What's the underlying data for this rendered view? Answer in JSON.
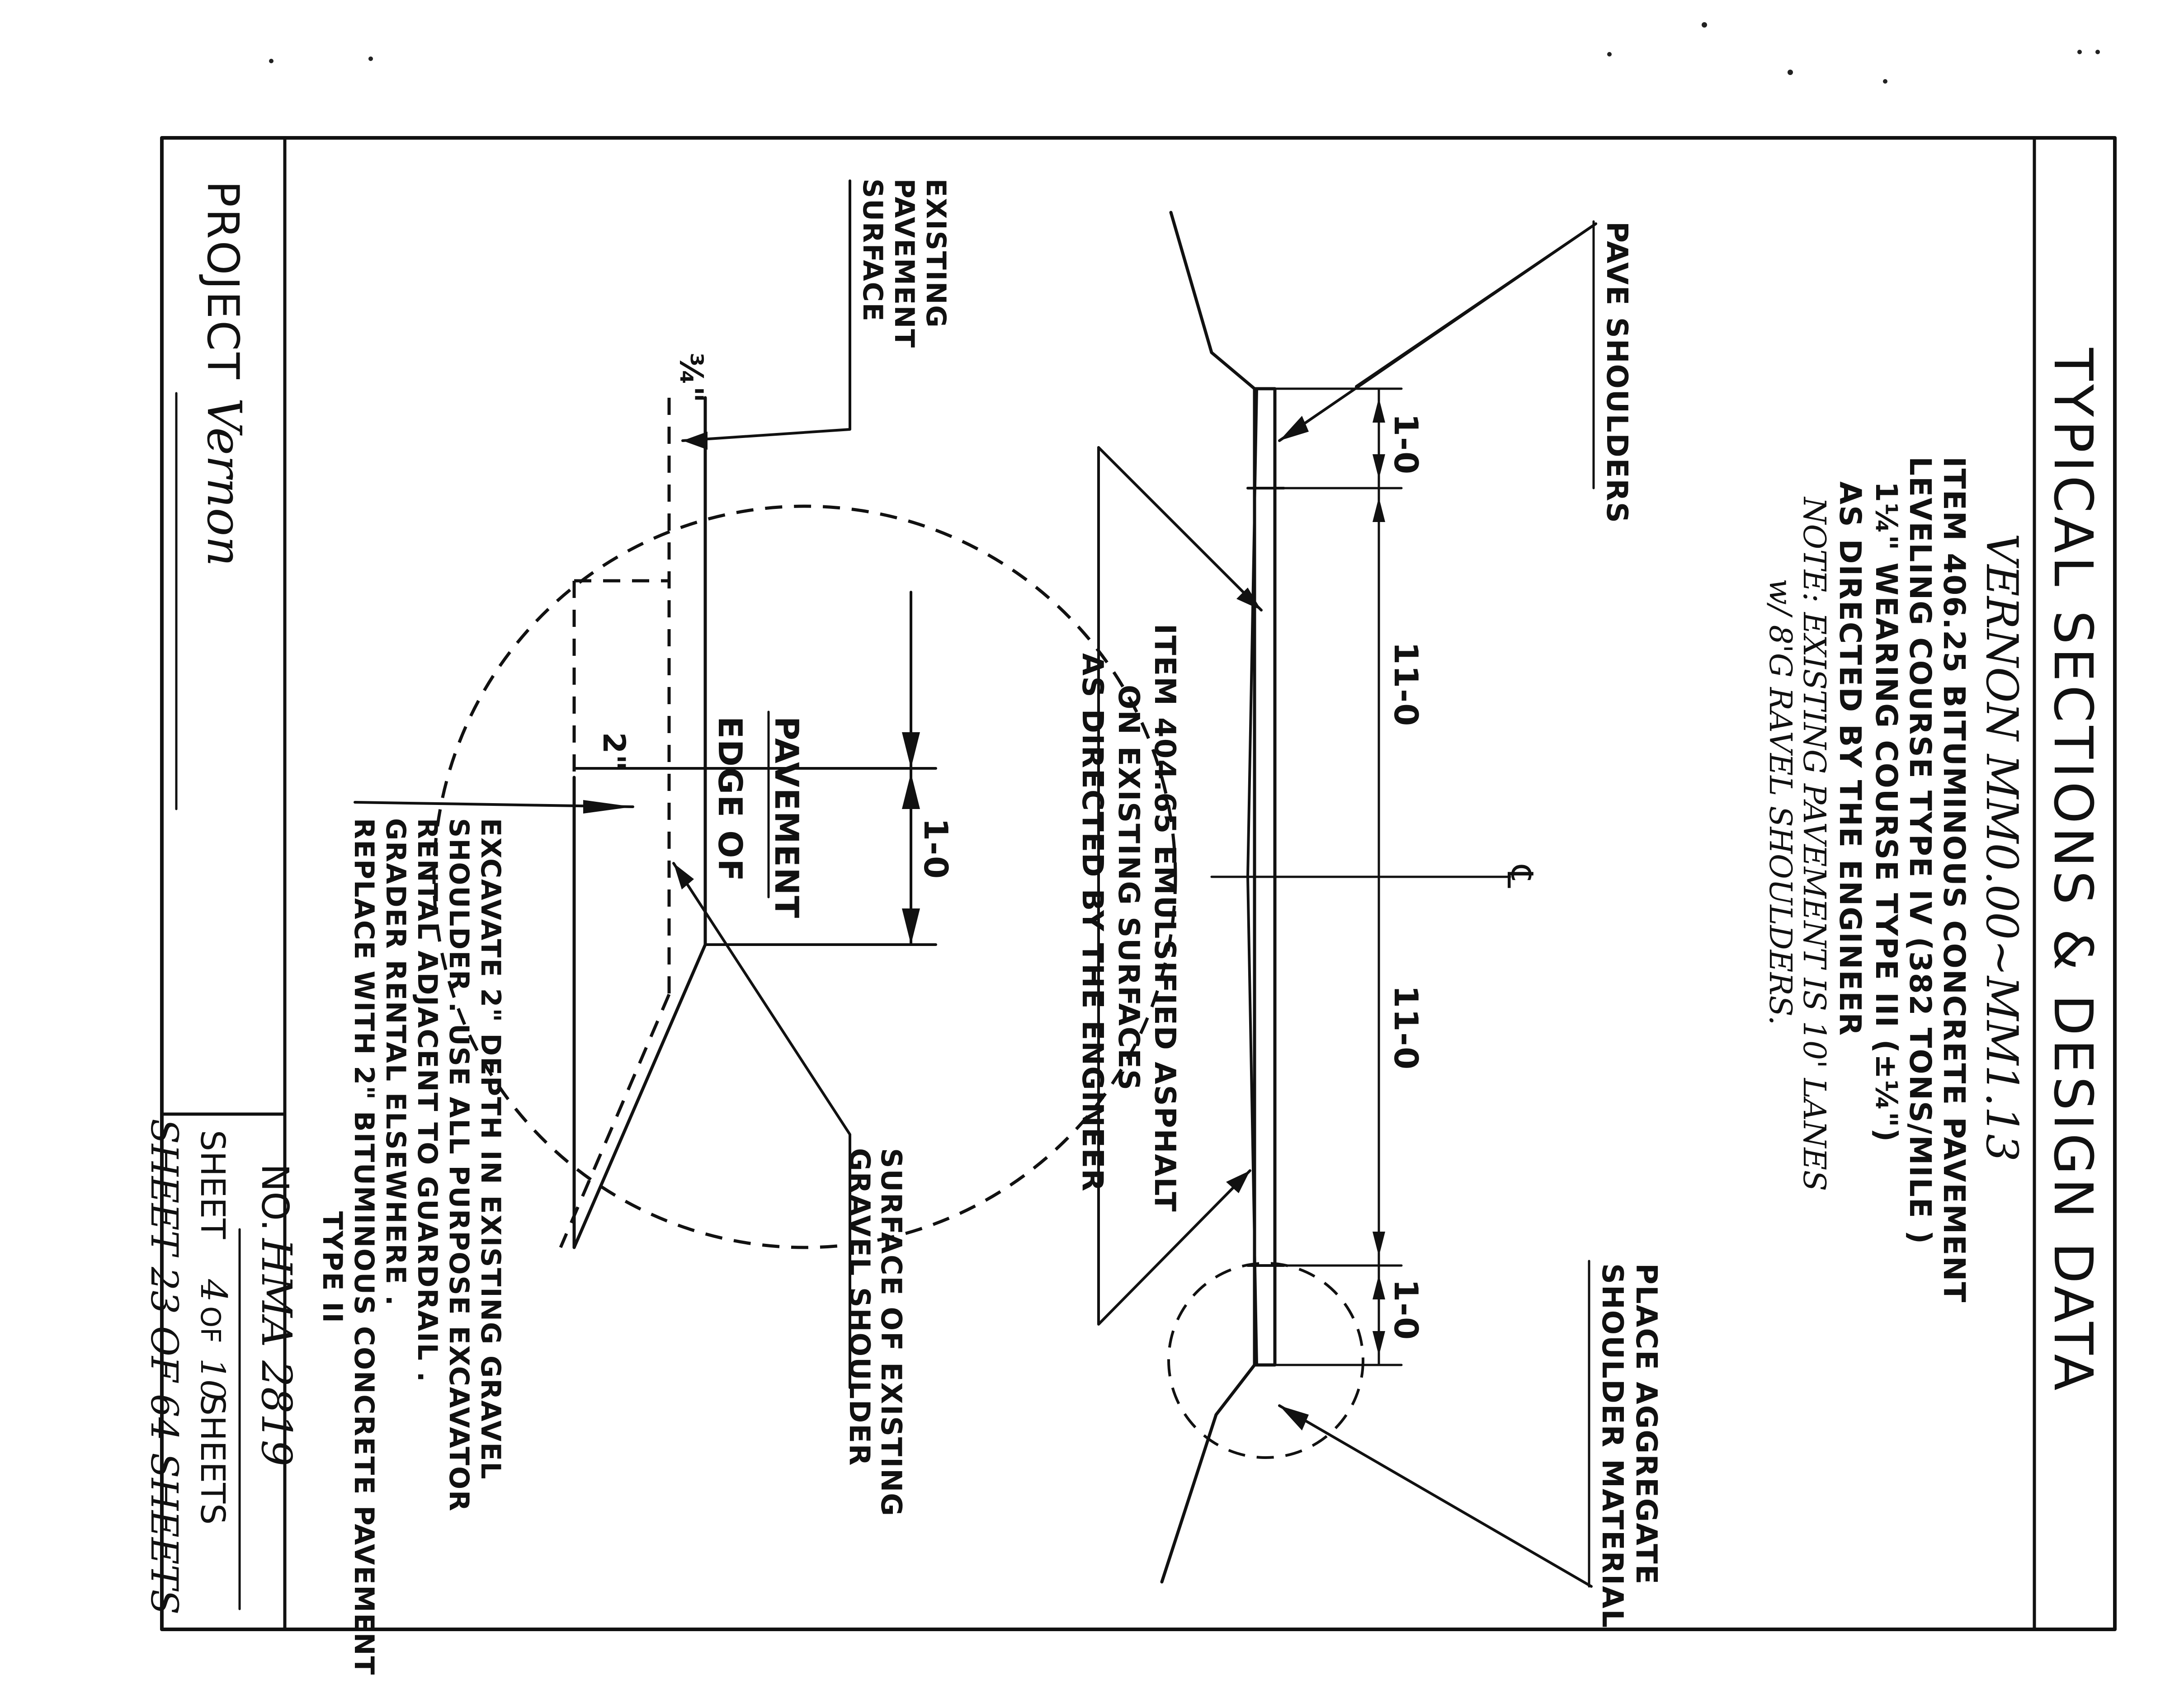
{
  "title": "TYPICAL SECTIONS & DESIGN DATA",
  "location": "VERNON  MM0.00~MM1.13",
  "notes": [
    "ITEM 406.25 BITUMINOUS CONCRETE PAVEMENT",
    "LEVELING COURSE TYPE IV (382 TONS/MILE )",
    "1¼\" WEARING COURSE TYPE III  (±¼\")",
    "AS DIRECTED BY THE ENGINEER",
    "NOTE: EXISTING PAVEMENT IS 10' LANES",
    "w/ 8'G RAVEL SHOULDERS."
  ],
  "labels": {
    "pave_shoulders": "PAVE SHOULDERS",
    "place_aggregate_1": "PLACE AGGREGATE",
    "place_aggregate_2": "SHOULDER MATERIAL",
    "emulsified_1": "ITEM 404.65 EMULSIFIED ASPHALT",
    "emulsified_2": "ON EXISTING SURFACES",
    "emulsified_3": "AS DIRECTED BY THE ENGINEER",
    "centerline": "℄",
    "existing_1": "EXISTING",
    "existing_2": "PAVEMENT",
    "existing_3": "SURFACE",
    "edge_1": "EDGE OF",
    "edge_2": "PAVEMENT",
    "gravel_1": "SURFACE OF EXISTING",
    "gravel_2": "GRAVEL SHOULDER",
    "excavate": [
      "EXCAVATE 2\" DEPTH IN EXISTING GRAVEL",
      "SHOULDER . USE ALL PURPOSE EXCAVATOR",
      "RENTAL ADJACENT TO GUARDRAIL .",
      "GRADER RENTAL ELSEWHERE .",
      "REPLACE WITH 2\" BITUMINOUS CONCRETE PAVEMENT",
      "TYPE II"
    ]
  },
  "dimensions": {
    "shoulder_left": "1-0",
    "lane_left": "11-0",
    "lane_right": "11-0",
    "shoulder_right": "1-0",
    "detail_width": "1-0",
    "depth": "2\"",
    "overlay": "¾\""
  },
  "title_block": {
    "project_label": "PROJECT",
    "project_name": "Vernon",
    "no_label": "NO.",
    "no_value": "HMA 2819",
    "sheet_prefix": "SHEET",
    "sheet_no": "4",
    "sheet_of": "OF",
    "sheet_total": "10",
    "sheet_suffix": "SHEETS",
    "overall_sheet": "SHEET 23 OF 64 SHEETS"
  }
}
